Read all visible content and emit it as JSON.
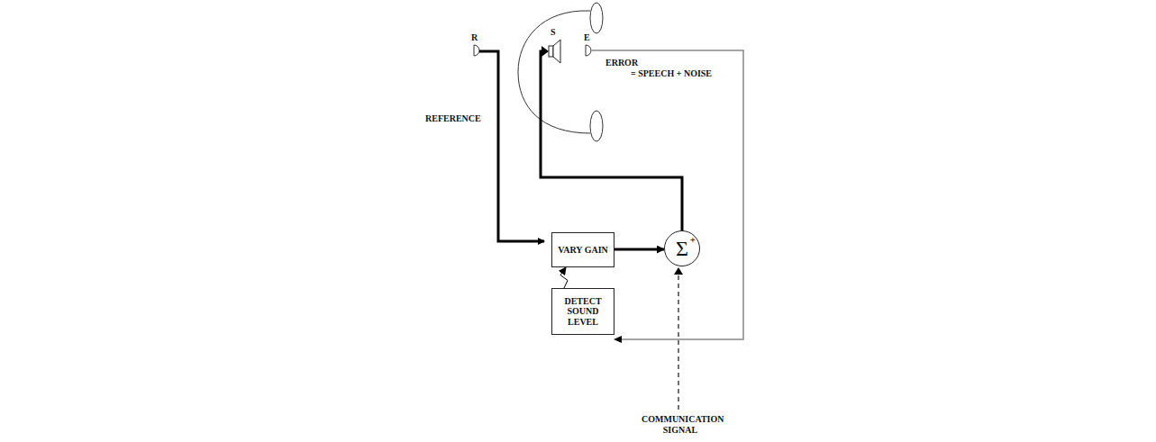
{
  "diagram": {
    "nodes": [
      {
        "text": [
          "VARY GAIN"
        ]
      },
      {
        "text": [
          "Σ",
          "+"
        ]
      },
      {
        "text": [
          "DETECT SOUND LEVEL"
        ]
      }
    ],
    "edges": [
      {
        "from": 0,
        "to": 1,
        "arrow": "to"
      },
      {
        "from": 2,
        "to": 0,
        "arrow": "to"
      }
    ],
    "labels": [
      "R",
      "S",
      "E",
      "ERROR",
      "= SPEECH + NOISE",
      "REFERENCE",
      "COMMUNICATION SIGNAL"
    ]
  }
}
